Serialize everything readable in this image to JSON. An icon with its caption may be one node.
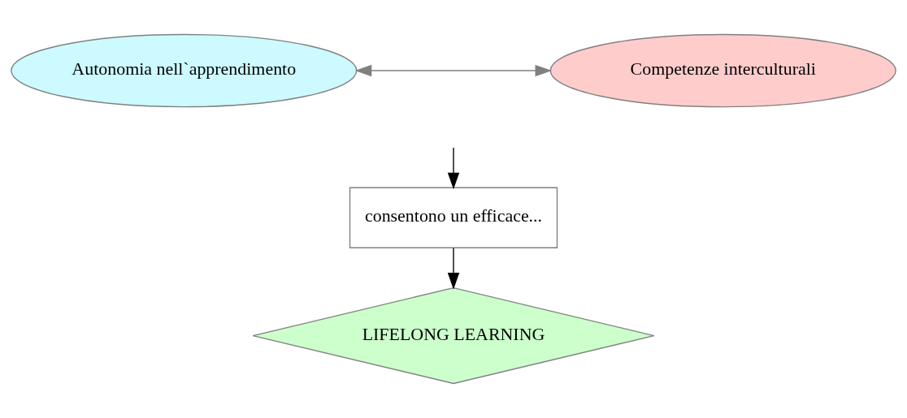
{
  "diagram": {
    "nodes": [
      {
        "text": [
          "Autonomia nell`apprendimento"
        ]
      },
      {
        "text": [
          "Competenze interculturali"
        ]
      },
      {
        "text": [
          "consentono un efficace..."
        ]
      },
      {
        "text": [
          "LIFELONG LEARNING"
        ]
      }
    ],
    "edges": [
      {
        "from": 0,
        "to": 1,
        "arrow": "both",
        "color": "#808080"
      },
      {
        "from": null,
        "to": 2,
        "arrow": "to"
      },
      {
        "from": 2,
        "to": 3,
        "arrow": "to"
      }
    ]
  }
}
